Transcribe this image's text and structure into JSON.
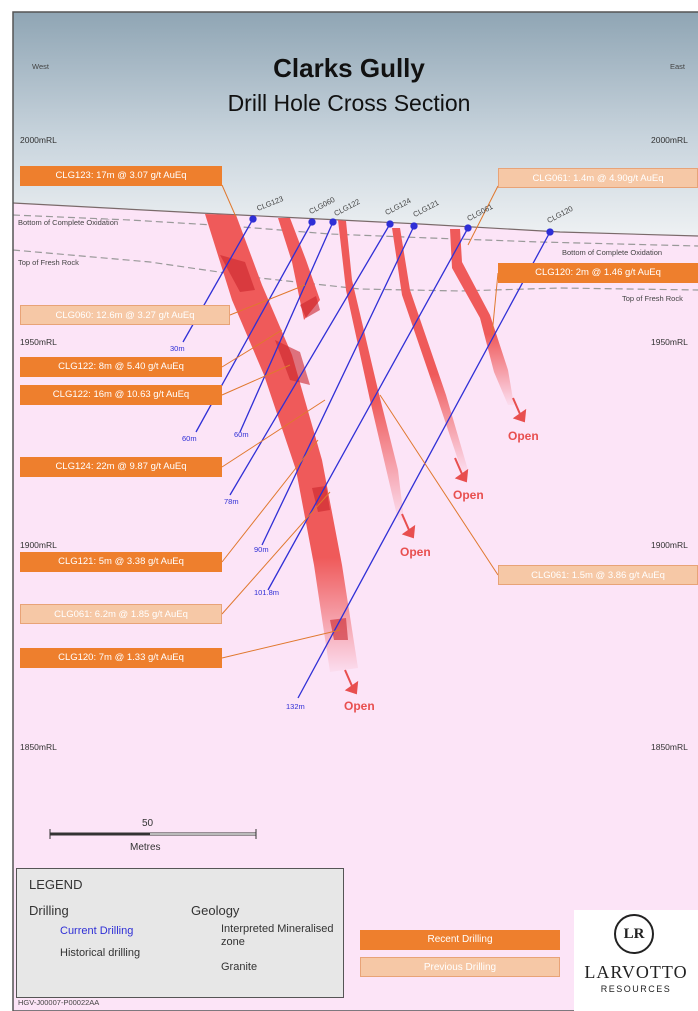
{
  "title": "Clarks Gully",
  "subtitle": "Drill Hole Cross Section",
  "compass": {
    "west": "West",
    "east": "East"
  },
  "elevations": [
    "2000mRL",
    "1950mRL",
    "1900mRL",
    "1850mRL"
  ],
  "boundaries": {
    "oxidation": "Bottom of Complete Oxidation",
    "fresh_rock": "Top of Fresh Rock"
  },
  "holes": [
    "CLG123",
    "CLG060",
    "CLG122",
    "CLG124",
    "CLG121",
    "CLG061",
    "CLG120"
  ],
  "depths": [
    "30m",
    "60m",
    "60m",
    "78m",
    "90m",
    "101.8m",
    "132m"
  ],
  "open_label": "Open",
  "intercepts": {
    "clg123": "CLG123: 17m @ 3.07 g/t AuEq",
    "clg061_a": "CLG061: 1.4m @ 4.90g/t AuEq",
    "clg120_a": "CLG120: 2m @ 1.46 g/t AuEq",
    "clg060": "CLG060: 12.6m @ 3.27 g/t AuEq",
    "clg122_a": "CLG122: 8m @ 5.40 g/t AuEq",
    "clg122_b": "CLG122: 16m @ 10.63 g/t AuEq",
    "clg124": "CLG124: 22m @ 9.87 g/t AuEq",
    "clg121": "CLG121: 5m @ 3.38 g/t AuEq",
    "clg061_b": "CLG061: 1.5m @ 3.86 g/t AuEq",
    "clg061_c": "CLG061: 6.2m @ 1.85 g/t AuEq",
    "clg120_b": "CLG120: 7m @ 1.33 g/t AuEq"
  },
  "scale": {
    "value": "50",
    "unit": "Metres"
  },
  "legend": {
    "title": "LEGEND",
    "drilling_heading": "Drilling",
    "current": "Current Drilling",
    "historical": "Historical drilling",
    "geology_heading": "Geology",
    "mineralised": "Interpreted Mineralised zone",
    "granite": "Granite"
  },
  "buttons": {
    "recent": "Recent Drilling",
    "previous": "Previous Drilling"
  },
  "logo": {
    "name": "LARVOTTO",
    "sub": "RESOURCES",
    "mark": "LR"
  },
  "code": "HGV-J00007-P00022AA",
  "colors": {
    "recent": "#ee7f2d",
    "previous": "#f6c8a6",
    "ore": "#ef5a5a",
    "granite": "#fce4f7",
    "hole_current": "#2f2fd6"
  }
}
